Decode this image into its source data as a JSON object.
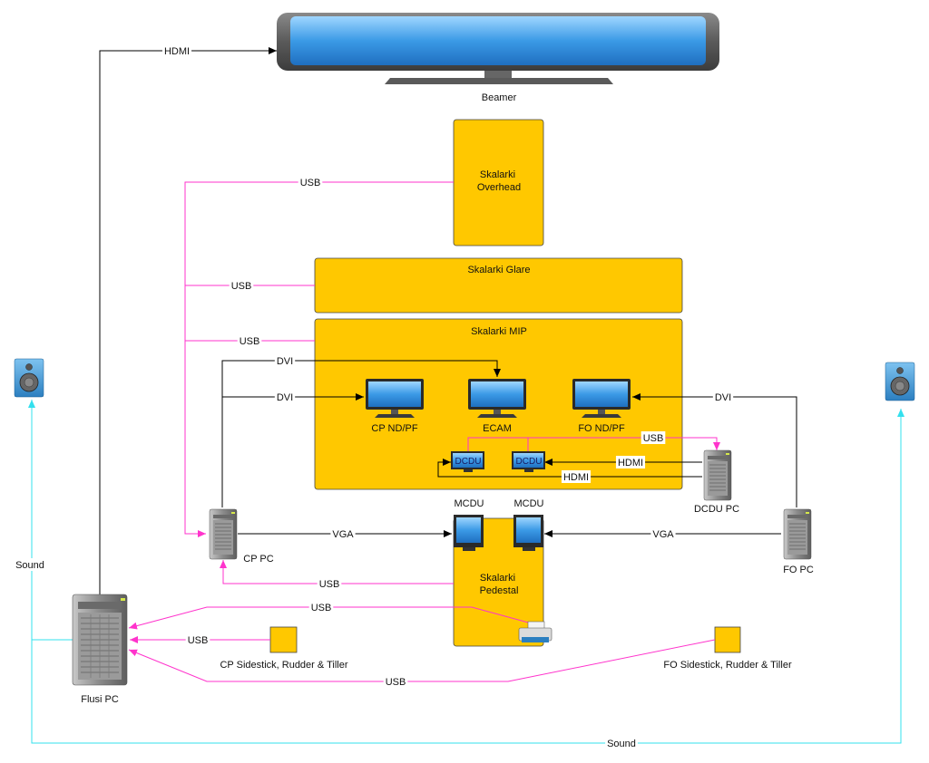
{
  "nodes": {
    "beamer": "Beamer",
    "overhead": "Skalarki\nOverhead",
    "glare": "Skalarki Glare",
    "mip": "Skalarki MIP",
    "cp_ndpf": "CP ND/PF",
    "ecam": "ECAM",
    "fo_ndpf": "FO ND/PF",
    "dcdu_left": "DCDU",
    "dcdu_right": "DCDU",
    "dcdu_pc": "DCDU PC",
    "mcdu_left": "MCDU",
    "mcdu_right": "MCDU",
    "pedestal": "Skalarki\nPedestal",
    "cp_pc": "CP PC",
    "fo_pc": "FO PC",
    "flusi_pc": "Flusi PC",
    "cp_sidestick": "CP Sidestick, Rudder & Tiller",
    "fo_sidestick": "FO Sidestick, Rudder & Tiller"
  },
  "edges": {
    "hdmi_beamer": "HDMI",
    "usb_overhead": "USB",
    "usb_glare": "USB",
    "usb_mip": "USB",
    "dvi_ecam": "DVI",
    "dvi_cp": "DVI",
    "dvi_fo": "DVI",
    "usb_dcdu": "USB",
    "hdmi_dcdu1": "HDMI",
    "hdmi_dcdu2": "HDMI",
    "vga_cp": "VGA",
    "vga_fo": "VGA",
    "usb_pedestal": "USB",
    "usb_printer": "USB",
    "usb_cp_sidestick": "USB",
    "usb_fo_sidestick": "USB",
    "sound_left": "Sound",
    "sound_bottom": "Sound"
  },
  "colors": {
    "panel_fill": "#ffc800",
    "usb_line": "#ff33cc",
    "sound_line": "#33e0ee",
    "video_line": "#000000"
  }
}
